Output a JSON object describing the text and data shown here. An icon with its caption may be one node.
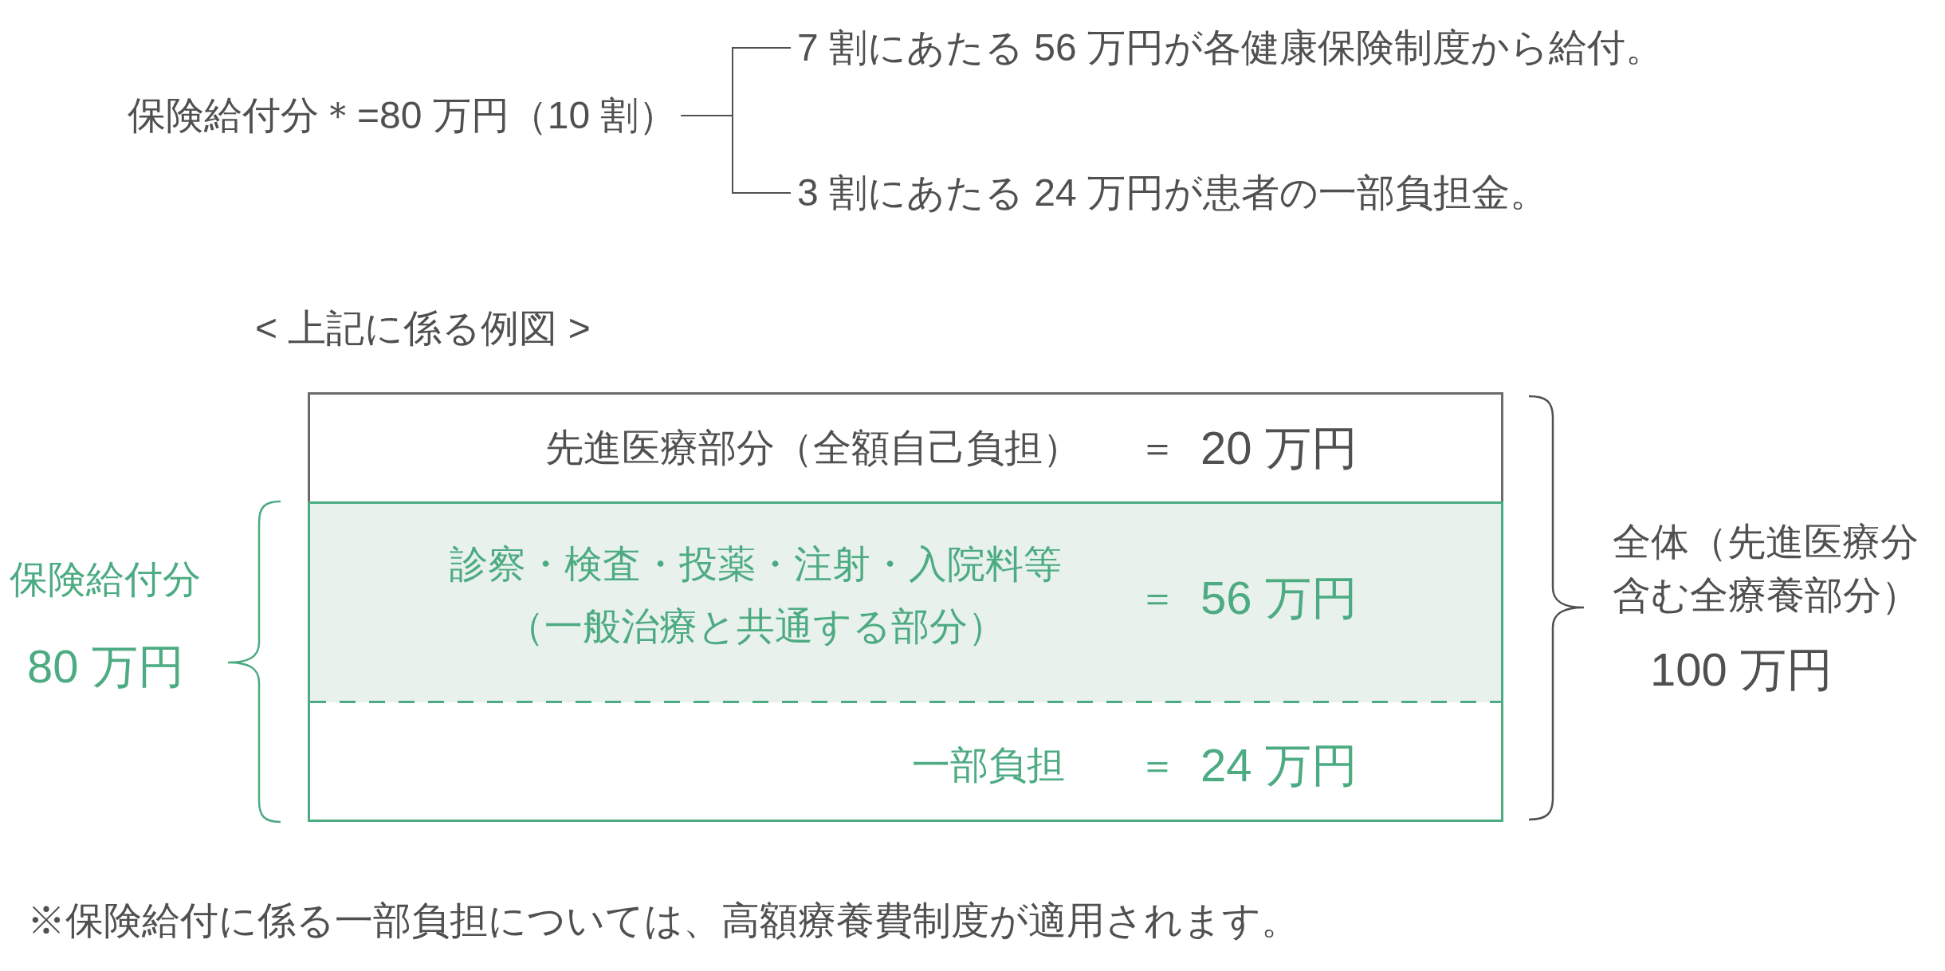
{
  "diagram": {
    "nodes": [
      {
        "text": [
          "保険給付分＊=80 万円（10 割）"
        ]
      },
      {
        "text": [
          "7 割にあたる 56 万円が各健康保険制度から給付。"
        ]
      },
      {
        "text": [
          "3 割にあたる 24 万円が患者の一部負担金。"
        ]
      },
      {
        "text": [
          "先進医療部分（全額自己負担）",
          "＝",
          "20 万円"
        ]
      },
      {
        "text": [],
        "shape": "box"
      },
      {
        "text": [
          "診察・検査・投薬・注射・入院料等（一般治療と共通する部分）",
          "＝",
          "56 万円"
        ],
        "in": 4
      },
      {
        "text": [
          "一部負担",
          "＝",
          "24 万円"
        ],
        "in": 4
      }
    ],
    "edges": [
      {
        "from": 0,
        "to": 1,
        "arrow": "none"
      },
      {
        "from": 0,
        "to": 2,
        "arrow": "none"
      }
    ],
    "labels": [
      "< 上記に係る例図 >",
      "保険給付分",
      "80 万円",
      "全体（先進医療分含む全療養部分）",
      "100 万円",
      "※保険給付に係る一部負担については、高額療養費制度が適用されます。"
    ]
  }
}
